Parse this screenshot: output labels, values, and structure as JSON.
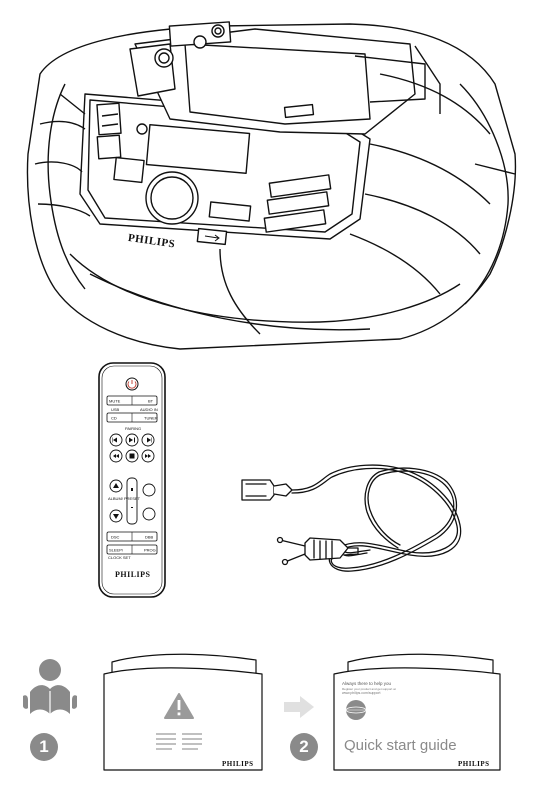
{
  "boombox": {
    "brand": "PHILIPS"
  },
  "remote": {
    "brand": "PHILIPS",
    "row1": {
      "left": "MUTE",
      "right": "BT"
    },
    "row2_top": {
      "left": "USB",
      "right": "AUDIO IN"
    },
    "row2": {
      "left": "CD",
      "right": "TUNER"
    },
    "pairing": "PAIRING",
    "album_preset": "ALBUM/ PRESET",
    "row_disc": {
      "left": "DSC",
      "right": "DBB"
    },
    "row_sleep": {
      "left": "SLEEP/",
      "right": "PROG"
    },
    "clock_sub": "CLOCK SET"
  },
  "leaflets": {
    "step1_number": "1",
    "step2_number": "2",
    "warning_leaflet_brand": "PHILIPS",
    "qsg_small_line1": "Always there to help you",
    "qsg_small_line2": "Register your product and get support at",
    "qsg_small_line3": "www.philips.com/support",
    "qsg_title": "Quick start guide",
    "qsg_brand": "PHILIPS"
  }
}
